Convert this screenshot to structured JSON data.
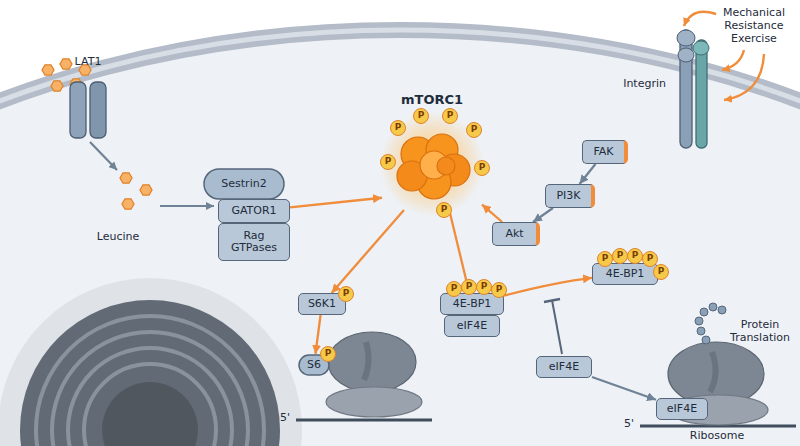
{
  "diagram": {
    "nodes": [
      {
        "text": [
          "LAT1"
        ]
      },
      {
        "text": [
          "Sestrin2"
        ]
      },
      {
        "text": [
          "GATOR1"
        ]
      },
      {
        "text": [
          "Rag GTPases"
        ]
      },
      {
        "text": [
          "mTORC1"
        ]
      },
      {
        "text": [
          "Integrin"
        ]
      },
      {
        "text": [
          "FAK"
        ]
      },
      {
        "text": [
          "PI3K"
        ]
      },
      {
        "text": [
          "Akt"
        ]
      },
      {
        "text": [
          "S6K1"
        ]
      },
      {
        "text": [
          "S6"
        ]
      },
      {
        "text": [
          "4E-BP1"
        ]
      },
      {
        "text": [
          "eIF4E"
        ]
      },
      {
        "text": [
          "4E-BP1"
        ]
      },
      {
        "text": [
          "eIF4E"
        ]
      },
      {
        "text": [
          "eIF4E"
        ]
      }
    ],
    "edges": [
      {
        "from": 2,
        "to": 4,
        "arrow": "to"
      },
      {
        "from": 6,
        "to": 7,
        "arrow": "to"
      },
      {
        "from": 7,
        "to": 8,
        "arrow": "to"
      },
      {
        "from": 8,
        "to": 4,
        "arrow": "to"
      },
      {
        "from": 4,
        "to": 9,
        "arrow": "to"
      },
      {
        "from": 4,
        "to": 11,
        "arrow": "to"
      },
      {
        "from": 9,
        "to": 10,
        "arrow": "to"
      },
      {
        "from": 11,
        "to": 13,
        "arrow": "to"
      },
      {
        "from": 14,
        "to": 15,
        "arrow": "to"
      }
    ],
    "labels": [
      "Mechanical Resistance Exercise",
      "Leucine",
      "P",
      "P",
      "P",
      "P",
      "P",
      "P",
      "P",
      "P",
      "P",
      "P",
      "P",
      "P",
      "P",
      "P",
      "P",
      "P",
      "P",
      "P",
      "5'",
      "5'",
      "Protein Translation",
      "Ribosome"
    ]
  }
}
